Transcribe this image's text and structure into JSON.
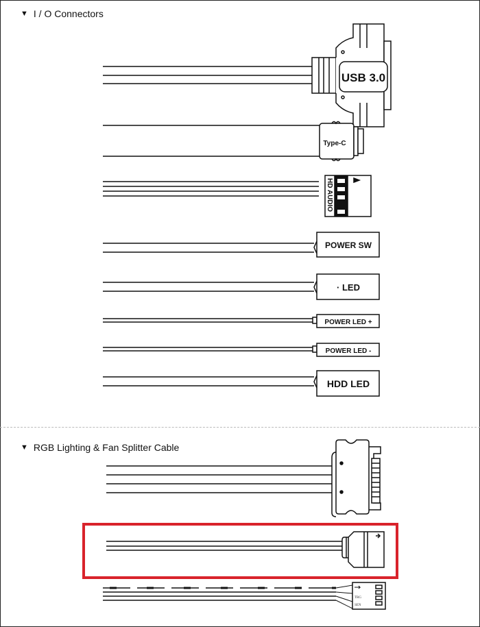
{
  "sections": [
    {
      "title": "I / O Connectors",
      "icon": "triangle-down-icon"
    },
    {
      "title": "RGB Lighting & Fan Splitter Cable",
      "icon": "triangle-down-icon"
    }
  ],
  "io_connectors": {
    "usb": "USB 3.0",
    "typec": "Type-C",
    "hd_audio": "HD AUDIO",
    "power_sw": "POWER SW",
    "reset": "· LED",
    "power_led_plus": "POWER LED +",
    "power_led_minus": "POWER LED -",
    "hdd_led": "HDD LED"
  },
  "fan_splitter": {
    "pin_label_1": "TRG",
    "pin_label_2": "SEN"
  },
  "colors": {
    "highlight": "#d9232b"
  }
}
